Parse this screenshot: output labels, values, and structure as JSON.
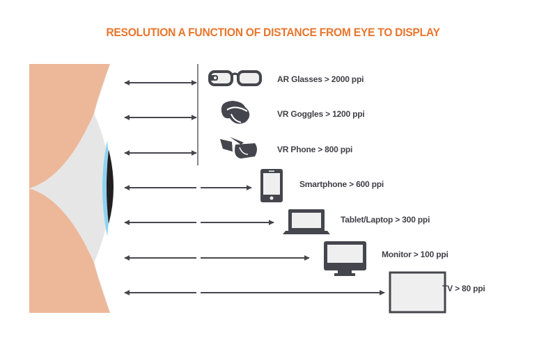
{
  "title": "RESOLUTION A FUNCTION OF DISTANCE FROM EYE TO DISPLAY",
  "colors": {
    "title": "#E8762D",
    "skin": "#EDB899",
    "sclera": "#E6E6E6",
    "cornea": "#8FD3F0",
    "pupil": "#231F20",
    "icon": "#45454D",
    "screen": "#EFEFEF"
  },
  "devices": [
    {
      "label": "AR Glasses > 2000 ppi",
      "icon": "glasses-icon"
    },
    {
      "label": "VR Goggles > 1200 ppi",
      "icon": "vr-goggles-icon"
    },
    {
      "label": "VR Phone > 800 ppi",
      "icon": "vr-phone-headset-icon"
    },
    {
      "label": "Smartphone > 600 ppi",
      "icon": "smartphone-icon"
    },
    {
      "label": "Tablet/Laptop > 300 ppi",
      "icon": "laptop-icon"
    },
    {
      "label": "Monitor > 100 ppi",
      "icon": "monitor-icon"
    },
    {
      "label": "TV > 80 ppi",
      "icon": "tv-icon"
    }
  ]
}
